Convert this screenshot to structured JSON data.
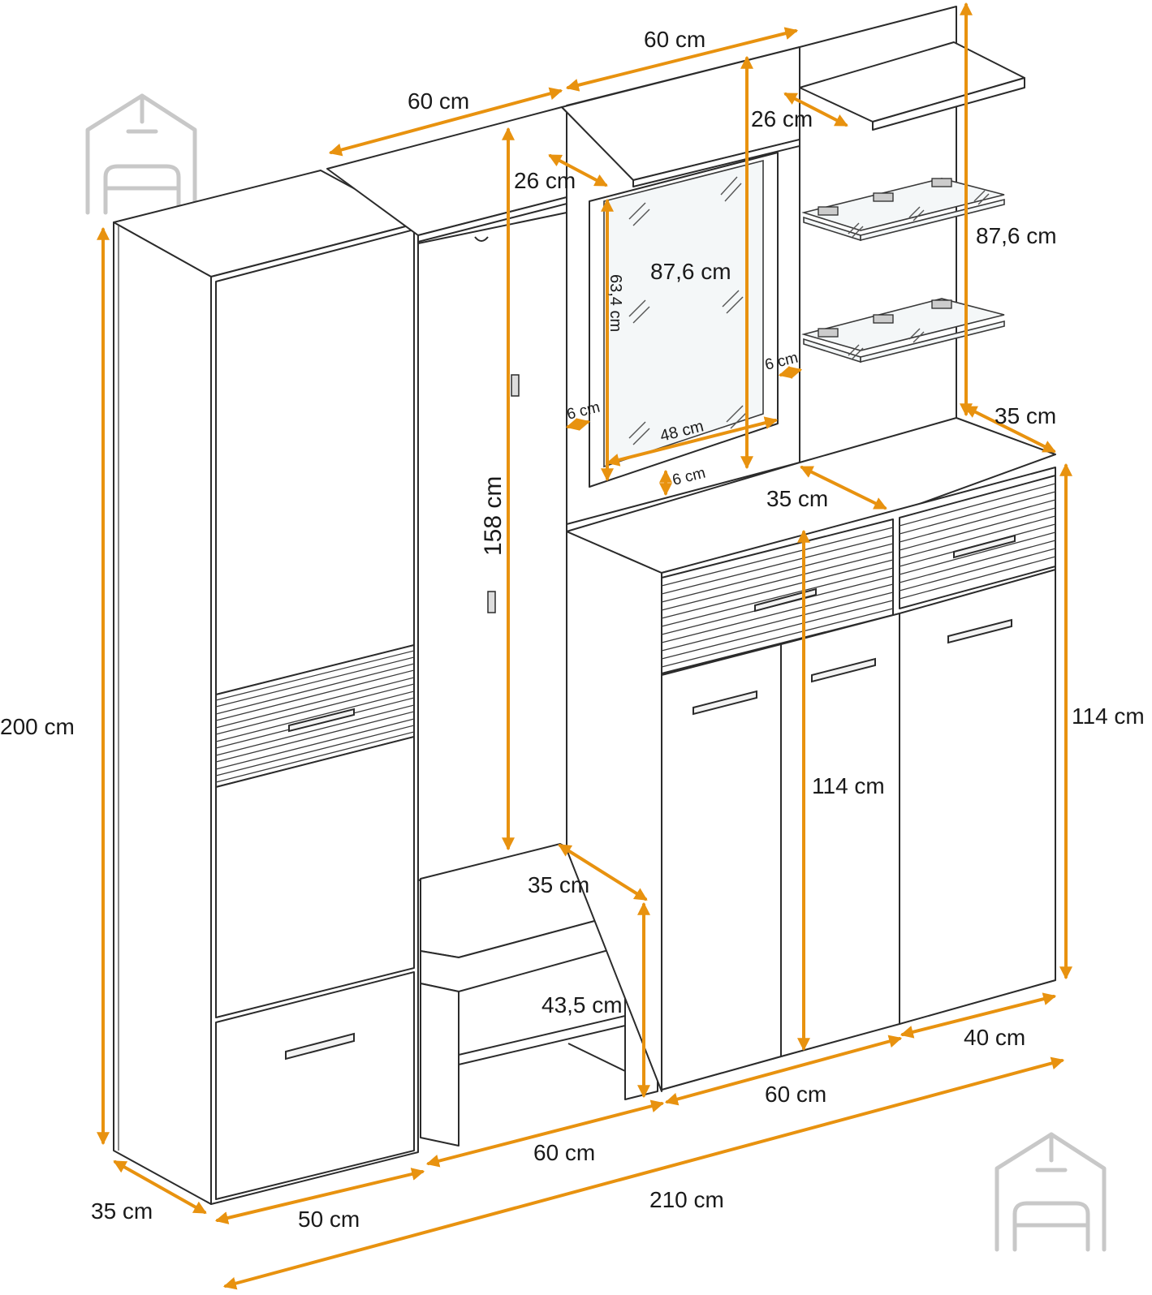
{
  "labels": {
    "d_200": "200 cm",
    "d_35_left": "35 cm",
    "d_50": "50 cm",
    "d_210": "210 cm",
    "d_60_bottom_mid": "60 cm",
    "d_60_bottom_right": "60 cm",
    "d_40": "40 cm",
    "d_114_right": "114 cm",
    "d_114_mid": "114 cm",
    "d_35_bench": "35 cm",
    "d_43_5": "43,5 cm",
    "d_158": "158 cm",
    "d_60_top_left": "60 cm",
    "d_60_top_mid": "60 cm",
    "d_26_left": "26 cm",
    "d_26_right": "26 cm",
    "d_87_6_mirror": "87,6 cm",
    "d_87_6_shelf": "87,6 cm",
    "d_63_4": "63,4 cm",
    "d_48": "48 cm",
    "d_6_left": "6 cm",
    "d_6_right": "6 cm",
    "d_6_bottom": "6 cm",
    "d_35_cabinet": "35 cm",
    "d_35_top_right": "35 cm"
  },
  "colors": {
    "dimension": "#e8920f",
    "outline": "#2b2b2b",
    "watermark": "#c8c8c8"
  },
  "icons": [
    "house-sofa-logo-icon"
  ]
}
